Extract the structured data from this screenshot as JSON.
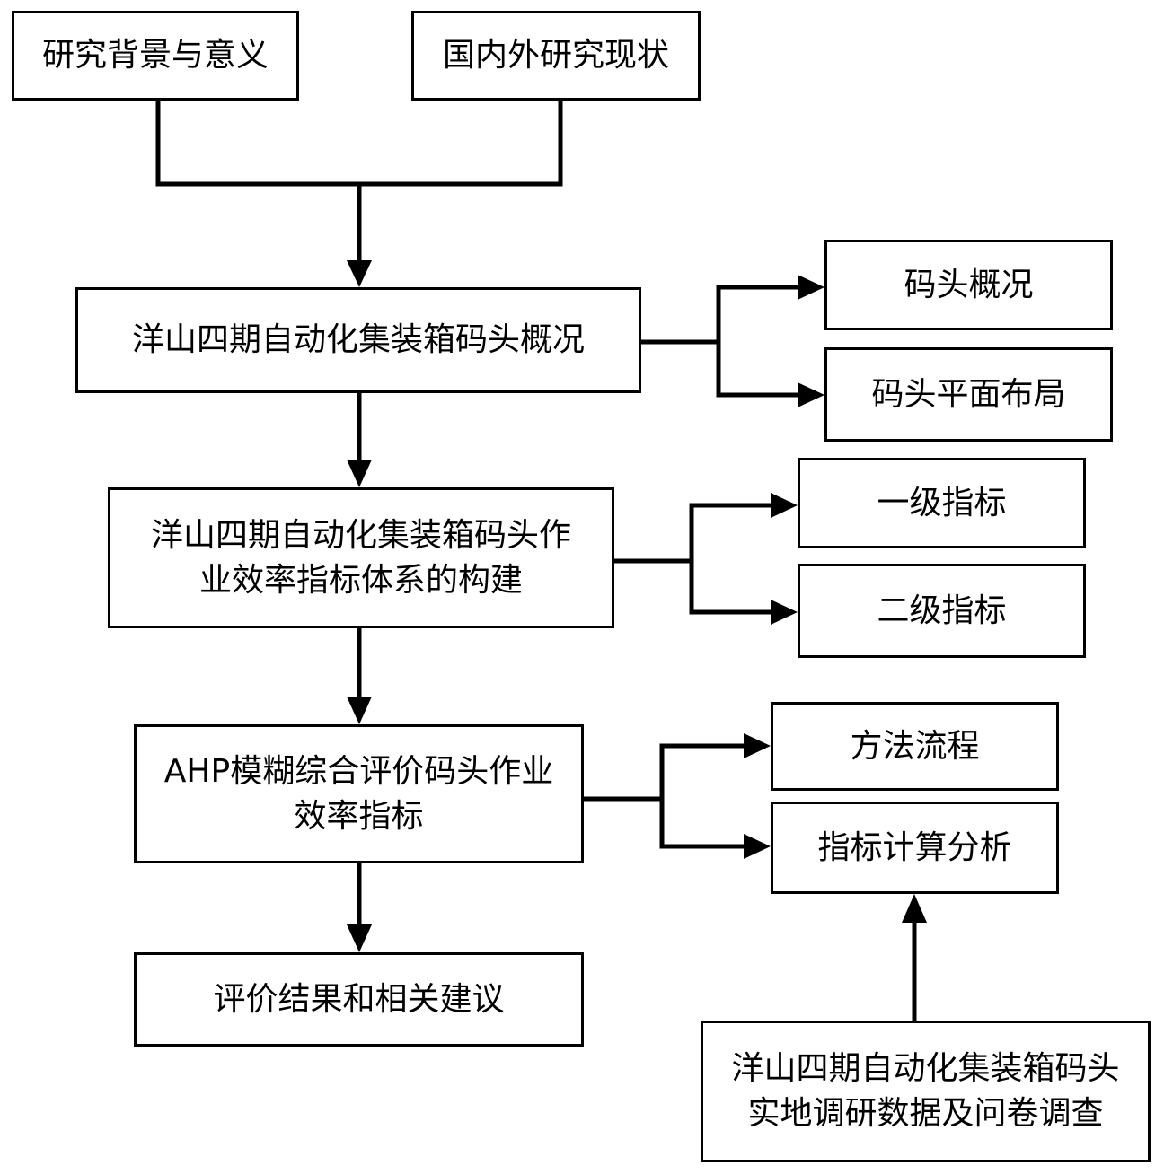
{
  "diagram": {
    "nodes": {
      "research_background": "研究背景与意义",
      "domestic_foreign": "国内外研究现状",
      "terminal_overview_main": "洋山四期自动化集装箱码头概况",
      "terminal_overview": "码头概况",
      "terminal_layout": "码头平面布局",
      "index_system": [
        "洋山四期自动化集装箱码头作",
        "业效率指标体系的构建"
      ],
      "level1": "一级指标",
      "level2": "二级指标",
      "ahp_eval": [
        "AHP模糊综合评价码头作业",
        "效率指标"
      ],
      "method_flow": "方法流程",
      "index_calc": "指标计算分析",
      "results": "评价结果和相关建议",
      "field_survey": [
        "洋山四期自动化集装箱码头",
        "实地调研数据及问卷调查"
      ]
    },
    "colors": {
      "stroke": "#000000",
      "fill": "#ffffff",
      "text": "#000000"
    }
  }
}
